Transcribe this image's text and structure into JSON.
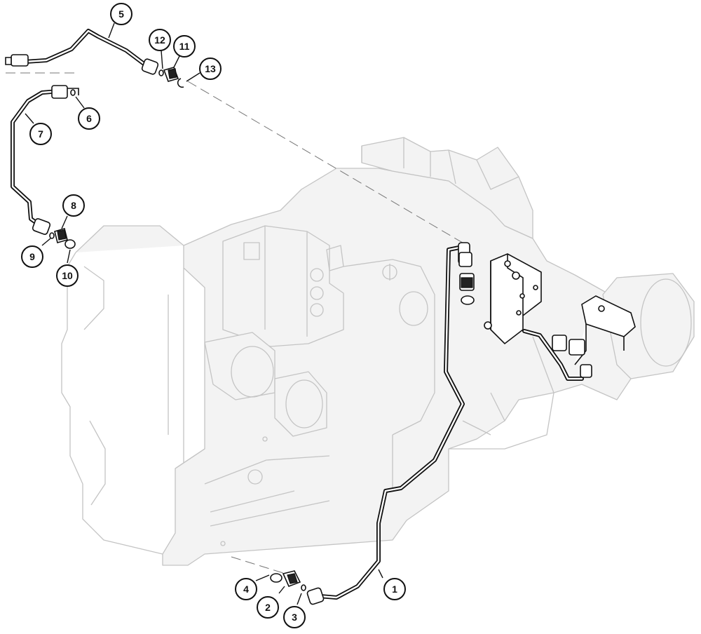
{
  "diagram": {
    "callouts": [
      {
        "label": "1"
      },
      {
        "label": "2"
      },
      {
        "label": "3"
      },
      {
        "label": "4"
      },
      {
        "label": "5"
      },
      {
        "label": "6"
      },
      {
        "label": "7"
      },
      {
        "label": "8"
      },
      {
        "label": "9"
      },
      {
        "label": "10"
      },
      {
        "label": "11"
      },
      {
        "label": "12"
      },
      {
        "label": "13"
      }
    ]
  }
}
